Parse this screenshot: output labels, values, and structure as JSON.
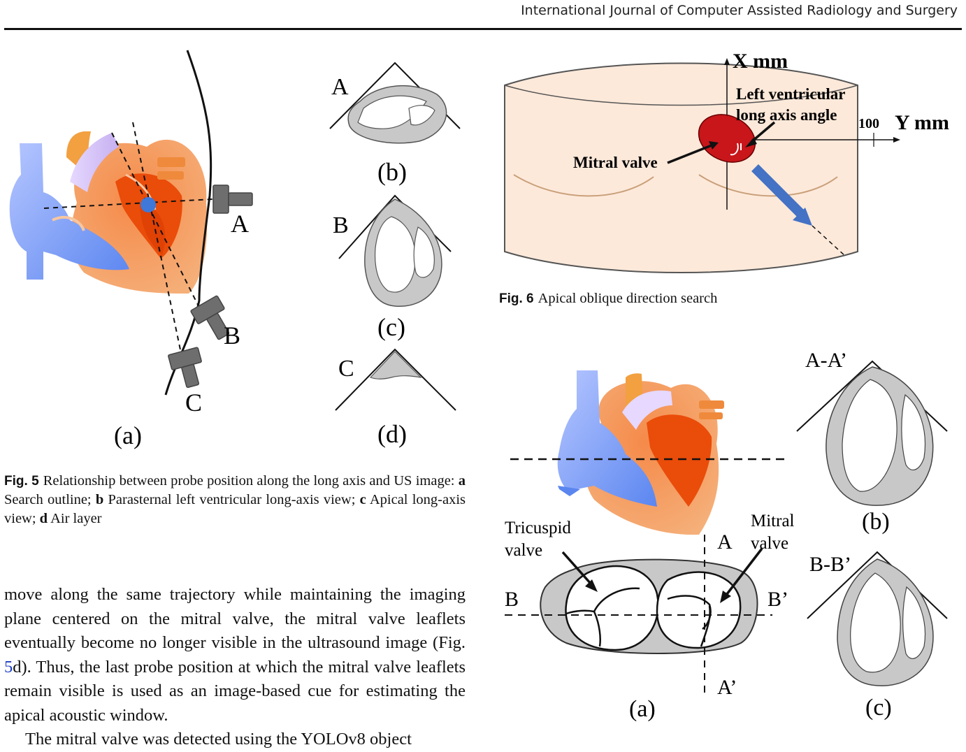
{
  "header": {
    "journal": "International Journal of Computer Assisted Radiology and Surgery"
  },
  "fig5": {
    "probe_labels": [
      "A",
      "B",
      "C"
    ],
    "panel_labels": [
      "(a)",
      "(b)",
      "(c)",
      "(d)"
    ],
    "view_letters": [
      "A",
      "B",
      "C"
    ],
    "caption": {
      "label": "Fig. 5",
      "t0": "Relationship between probe position along the long axis and US image: ",
      "b1": "a",
      "t1": " Search outline; ",
      "b2": "b",
      "t2": " Parasternal left ventricular long-axis view; ",
      "b3": "c",
      "t3": " Apical long-axis view; ",
      "b4": "d",
      "t4": " Air layer"
    }
  },
  "fig6": {
    "axis_x": "X mm",
    "axis_y": "Y mm",
    "tick_100": "100",
    "angle_label_1": "Left ventricular",
    "angle_label_2": "long axis angle",
    "mitral_label": "Mitral valve",
    "caption": {
      "label": "Fig. 6",
      "text": "Apical oblique direction search"
    }
  },
  "fig7": {
    "section_aa": "A-A’",
    "section_bb": "B-B’",
    "tricuspid_1": "Tricuspid",
    "tricuspid_2": "valve",
    "mitral_1": "Mitral",
    "mitral_2": "valve",
    "mark_a": "A",
    "mark_a2": "A’",
    "mark_b": "B",
    "mark_b2": "B’",
    "panel_labels": [
      "(a)",
      "(b)",
      "(c)"
    ]
  },
  "body": {
    "p1_a": "move along the same trajectory while maintaining the imaging plane centered on the mitral valve, the mitral valve leaflets eventually become no longer visible in the ultrasound image (Fig. ",
    "p1_link": "5",
    "p1_b": "d). Thus, the last probe position at which the mitral valve leaflets remain visible is used as an image-based cue for estimating the apical acoustic window.",
    "p2": "The mitral valve was detected using the YOLOv8 object"
  },
  "colors": {
    "heart_orange": "#f07a3a",
    "heart_red": "#e04a10",
    "vessel_blue": "#6f97f5",
    "probe_gray": "#6e6e6e",
    "valve_red": "#c8161a",
    "skin_fill": "#fde9da",
    "arrow_blue": "#4472c4",
    "us_gray": "#c8c8c8"
  }
}
